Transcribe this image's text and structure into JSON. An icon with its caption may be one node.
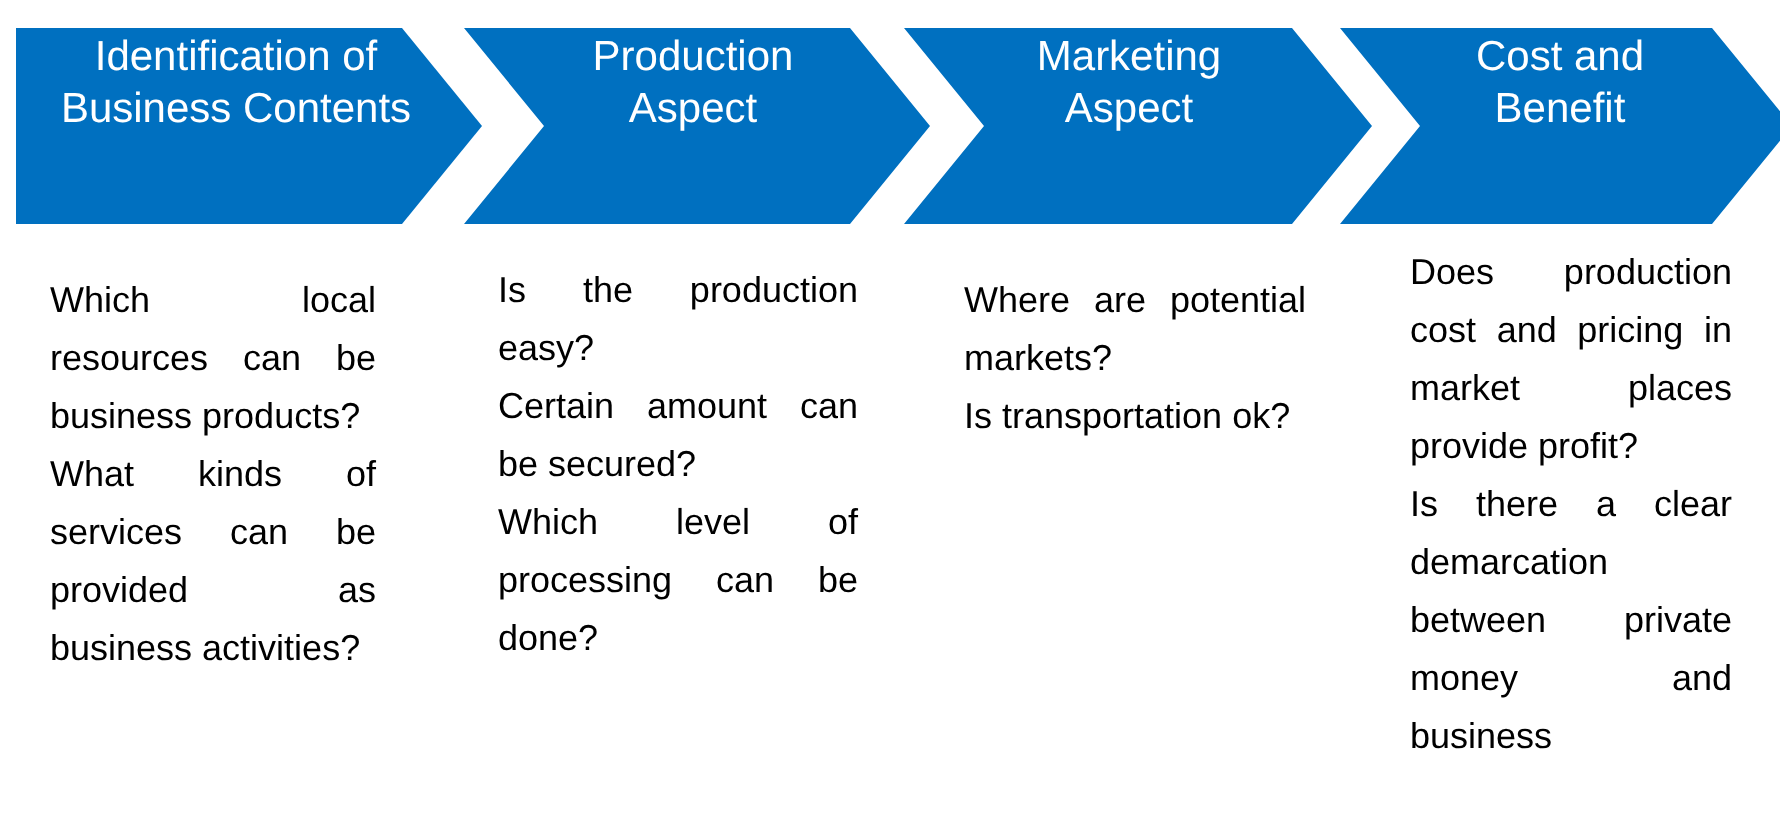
{
  "diagram": {
    "nodes": [
      {
        "text": [
          "Identification of Business Contents"
        ],
        "beside": [
          "Which local resources can be business products?",
          "What kinds of services can be provided as business activities?"
        ]
      },
      {
        "text": [
          "Production Aspect"
        ],
        "beside": [
          "Is the production easy?",
          "Certain amount can be secured?",
          "Which level of processing can be done?"
        ]
      },
      {
        "text": [
          "Marketing Aspect"
        ],
        "beside": [
          "Where are potential markets?",
          "Is transportation ok?"
        ]
      },
      {
        "text": [
          "Cost and Benefit"
        ],
        "beside": [
          "Does production cost and pricing in market places provide profit?",
          "Is there a clear demarcation between private money and business"
        ]
      }
    ]
  }
}
